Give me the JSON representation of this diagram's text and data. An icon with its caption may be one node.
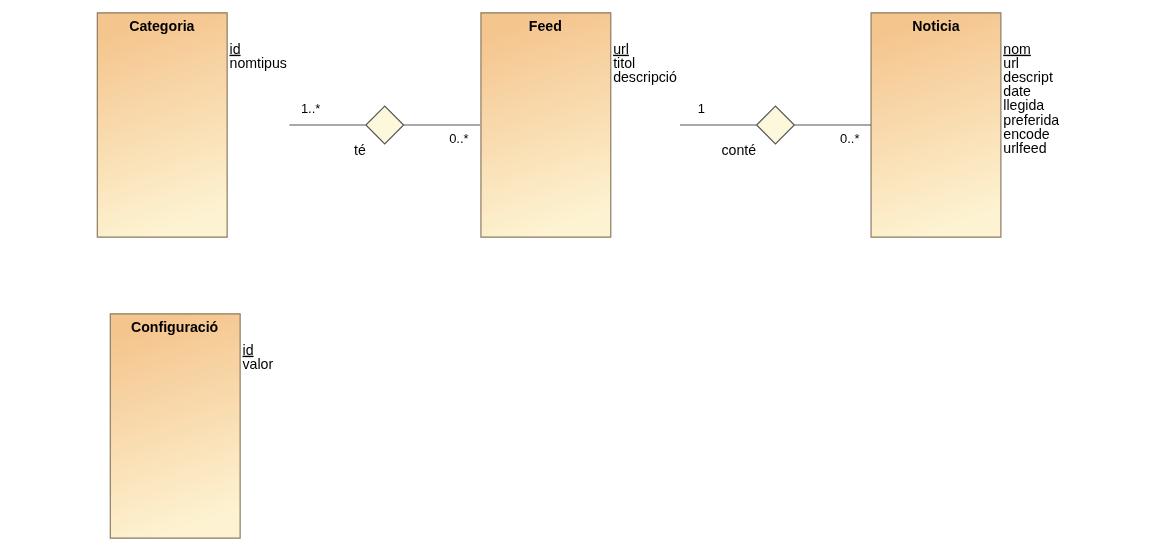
{
  "diagram": {
    "nodes": [
      {
        "text": [
          "Categoria"
        ],
        "beside": [
          "id",
          "nomtipus"
        ]
      },
      {
        "text": [],
        "shape": "diamond",
        "beside": [
          "té"
        ]
      },
      {
        "text": [
          "Feed"
        ],
        "beside": [
          "url",
          "titol",
          "descripció"
        ]
      },
      {
        "text": [],
        "shape": "diamond",
        "beside": [
          "conté"
        ]
      },
      {
        "text": [
          "Noticia"
        ],
        "beside": [
          "nom",
          "url",
          "descript",
          "date",
          "llegida",
          "preferida",
          "encode",
          "urlfeed"
        ]
      },
      {
        "text": [
          "Configuració"
        ],
        "beside": [
          "id",
          "valor"
        ]
      }
    ],
    "edges": [
      {
        "from": 0,
        "to": 1,
        "arrow": "none",
        "label": "1..*"
      },
      {
        "from": 1,
        "to": 2,
        "arrow": "none",
        "label": "0..*"
      },
      {
        "from": 2,
        "to": 3,
        "arrow": "none",
        "label": "1"
      },
      {
        "from": 3,
        "to": 4,
        "arrow": "none",
        "label": "0..*"
      }
    ]
  }
}
